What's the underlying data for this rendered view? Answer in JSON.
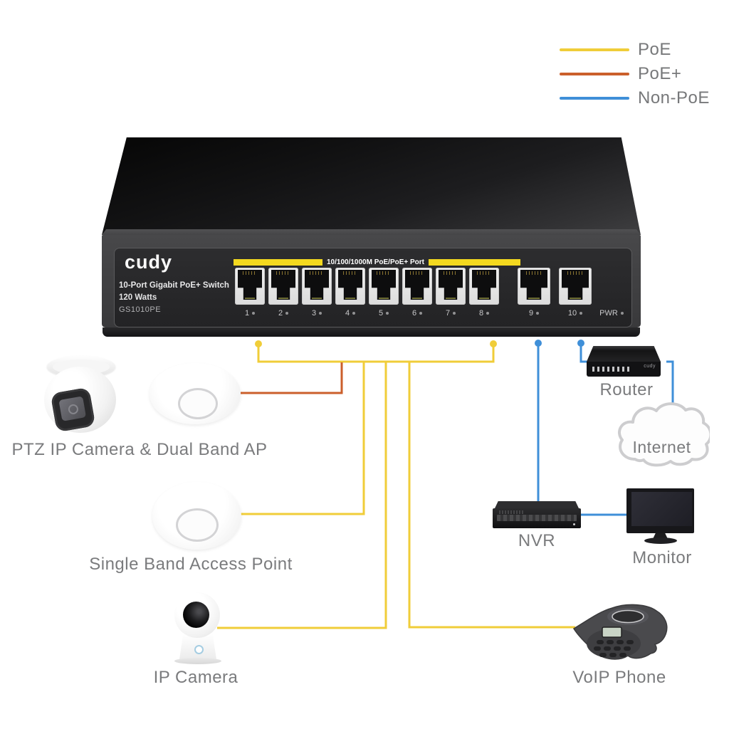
{
  "legend": {
    "items": [
      {
        "label": "PoE",
        "color": "#f0cd39"
      },
      {
        "label": "PoE+",
        "color": "#cb5f2b"
      },
      {
        "label": "Non-PoE",
        "color": "#3f8fd8"
      }
    ]
  },
  "switch": {
    "brand": "cudy",
    "description": "10-Port Gigabit PoE+ Switch",
    "wattage": "120 Watts",
    "model": "GS1010PE",
    "port_bar_label": "10/100/1000M PoE/PoE+ Port",
    "poe_ports": [
      "1",
      "2",
      "3",
      "4",
      "5",
      "6",
      "7",
      "8"
    ],
    "uplink_ports": [
      "9",
      "10"
    ],
    "power_label": "PWR"
  },
  "router": {
    "brand": "cudy"
  },
  "devices": {
    "ptz_ap_label": "PTZ IP Camera & Dual Band AP",
    "single_ap_label": "Single Band Access Point",
    "ip_camera_label": "IP Camera",
    "router_label": "Router",
    "internet_label": "Internet",
    "nvr_label": "NVR",
    "monitor_label": "Monitor",
    "voip_label": "VoIP Phone"
  }
}
